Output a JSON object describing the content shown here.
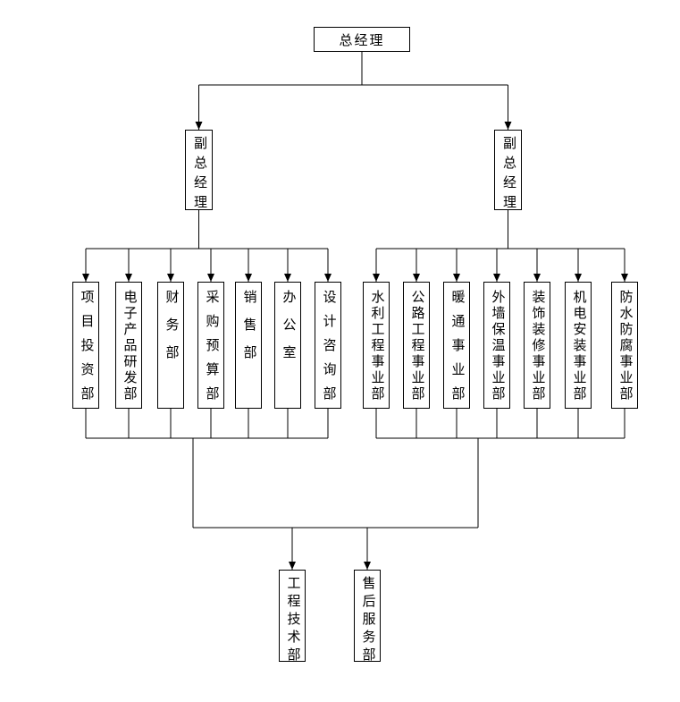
{
  "colors": {
    "background": "#ffffff",
    "line": "#000000",
    "box_border": "#000000",
    "box_fill": "#ffffff",
    "text": "#000000"
  },
  "org_chart": {
    "root": {
      "label": "总经理"
    },
    "deputies": [
      {
        "label": "副总经理"
      },
      {
        "label": "副总经理"
      }
    ],
    "left_departments": [
      {
        "label": "项目投资部"
      },
      {
        "label": "电子产品研发部"
      },
      {
        "label": "财务部"
      },
      {
        "label": "采购预算部"
      },
      {
        "label": "销售部"
      },
      {
        "label": "办公室"
      },
      {
        "label": "设计咨询部"
      }
    ],
    "right_departments": [
      {
        "label": "水利工程事业部"
      },
      {
        "label": "公路工程事业部"
      },
      {
        "label": "暖通事业部"
      },
      {
        "label": "外墙保温事业部"
      },
      {
        "label": "装饰装修事业部"
      },
      {
        "label": "机电安装事业部"
      },
      {
        "label": "防水防腐事业部"
      }
    ],
    "bottom_departments": [
      {
        "label": "工程技术部"
      },
      {
        "label": "售后服务部"
      }
    ]
  }
}
